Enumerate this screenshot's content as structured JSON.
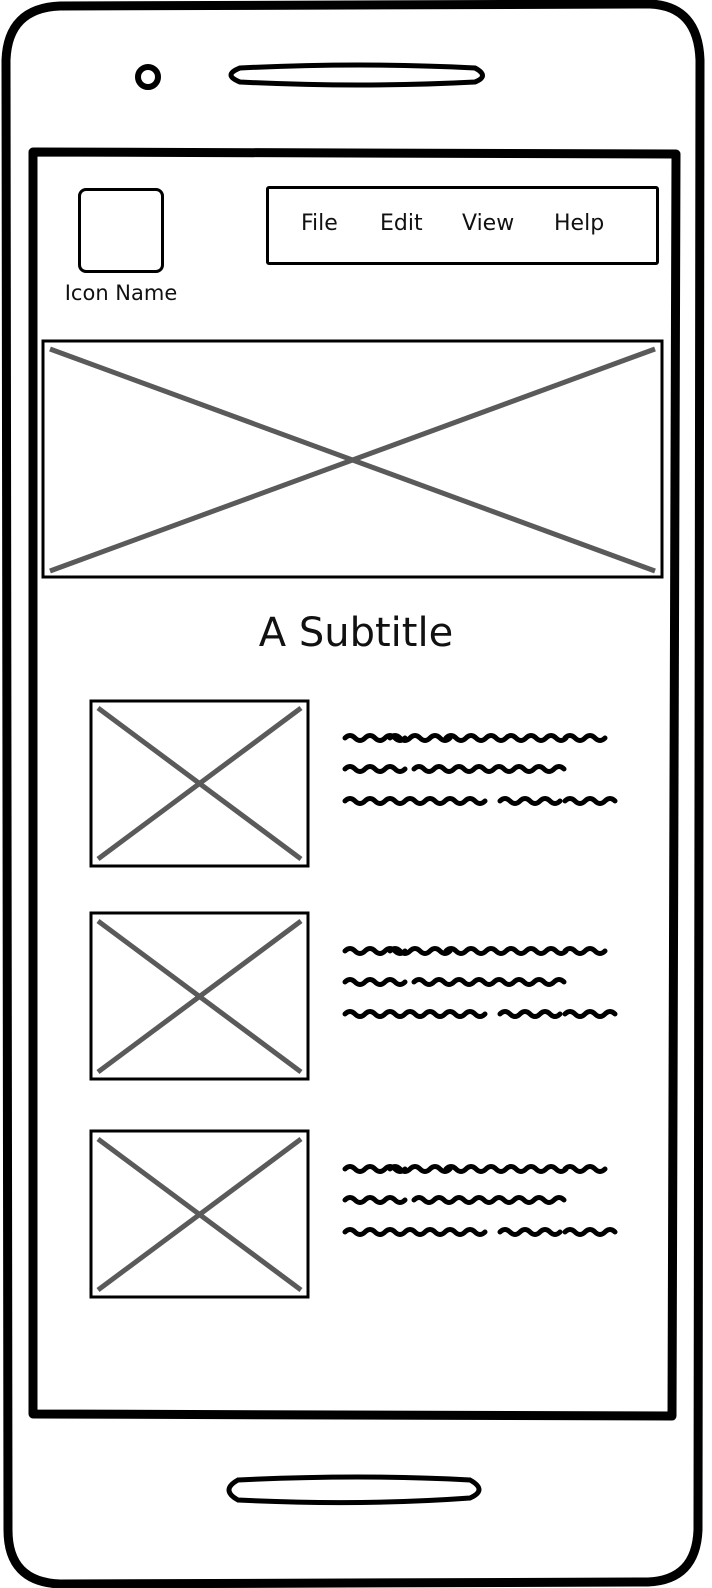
{
  "header": {
    "icon_label": "Icon Name",
    "menu": [
      "File",
      "Edit",
      "View",
      "Help"
    ]
  },
  "main": {
    "subtitle": "A Subtitle",
    "list_items": [
      {
        "image": "image-placeholder",
        "text": "placeholder-text"
      },
      {
        "image": "image-placeholder",
        "text": "placeholder-text"
      },
      {
        "image": "image-placeholder",
        "text": "placeholder-text"
      }
    ]
  },
  "colors": {
    "stroke": "#000000",
    "placeholder_cross": "#5a5a5a",
    "background": "#ffffff"
  }
}
